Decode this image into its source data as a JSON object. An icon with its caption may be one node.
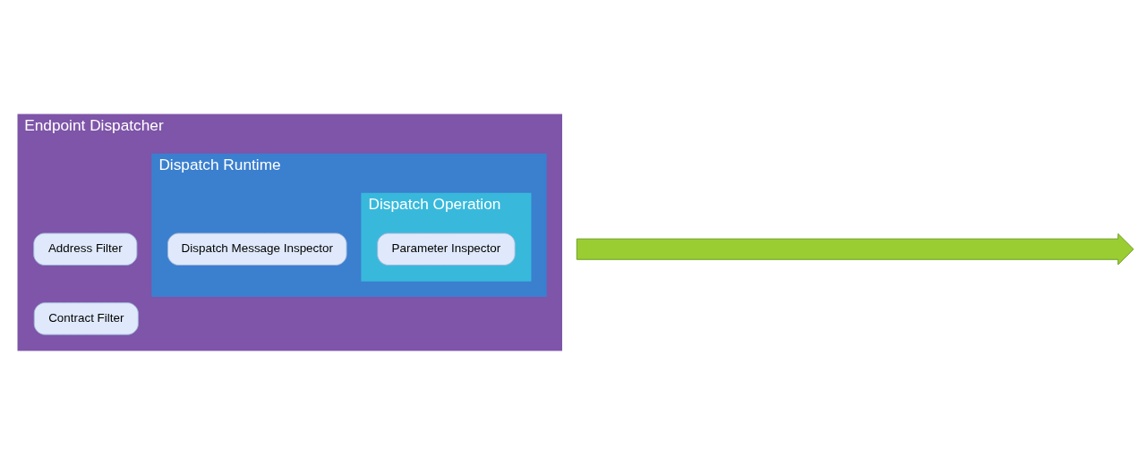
{
  "diagram": {
    "nodes": [
      {
        "text": [
          "Endpoint Dispatcher"
        ]
      },
      {
        "text": [
          "Address Filter"
        ],
        "in": 0
      },
      {
        "text": [
          "Contract Filter"
        ],
        "in": 0
      },
      {
        "text": [
          "Dispatch Runtime"
        ],
        "in": 0
      },
      {
        "text": [
          "Dispatch Operation"
        ],
        "in": 3
      },
      {
        "text": [
          "Parameter Inspector"
        ],
        "in": 4
      },
      {
        "text": [
          "Dispatch Message Inspector"
        ],
        "in": 3
      },
      {
        "text": [],
        "shape": "arrow"
      }
    ]
  }
}
